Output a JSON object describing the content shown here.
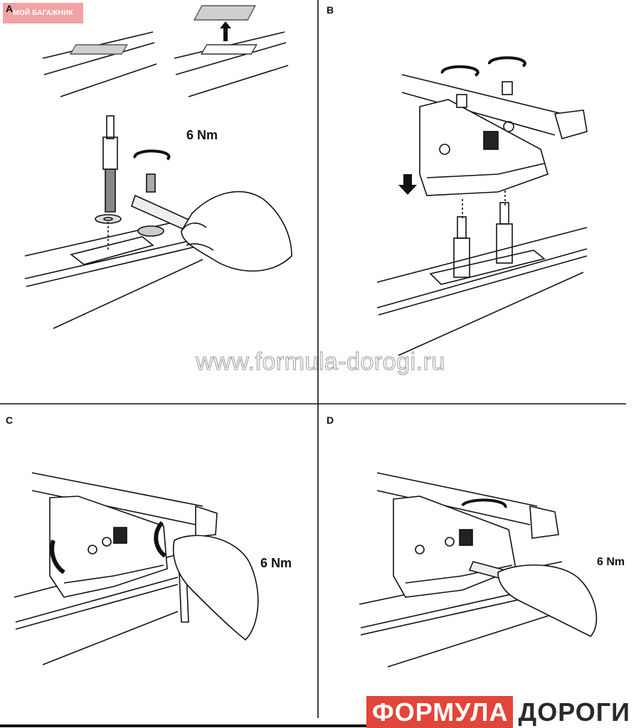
{
  "badge": "МОЙ БАГАЖНИК",
  "panels": {
    "a": {
      "letter": "A",
      "torque": "6 Nm"
    },
    "b": {
      "letter": "B"
    },
    "c": {
      "letter": "C",
      "torque": "6 Nm"
    },
    "d": {
      "letter": "D",
      "torque": "6 Nm"
    }
  },
  "watermark": "www.formula-dorogi.ru",
  "logo": {
    "part1": "ФОРМУЛА",
    "part2": "ДОРОГИ"
  },
  "colors": {
    "logo_red": "#e2453a",
    "badge": "#f1a3a3",
    "line": "#111111"
  }
}
